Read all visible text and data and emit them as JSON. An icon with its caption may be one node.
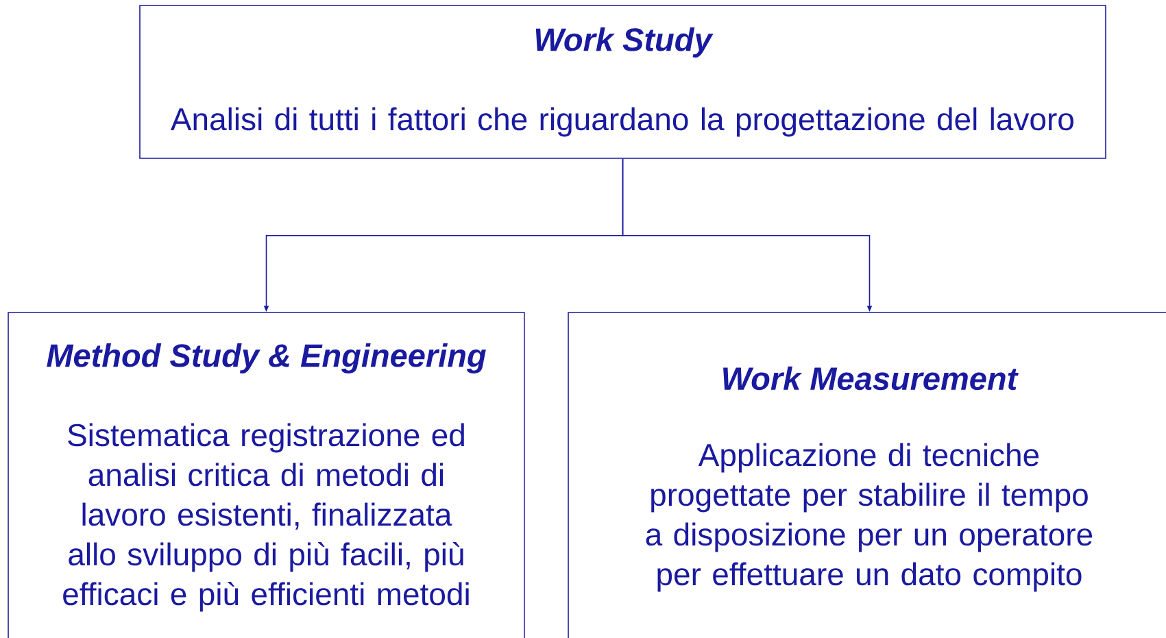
{
  "diagram": {
    "nodes": [
      {
        "text": [
          "Work Study",
          "Analisi di tutti i fattori che riguardano la progettazione del lavoro"
        ]
      },
      {
        "text": [
          "Method Study & Engineering",
          "Sistematica registrazione ed analisi critica di metodi di lavoro esistenti, finalizzata allo sviluppo di più facili, più efficaci e più efficienti metodi"
        ]
      },
      {
        "text": [
          "Work Measurement",
          "Applicazione di tecniche progettate per stabilire il tempo a disposizione per un operatore per effettuare un dato compito"
        ]
      }
    ],
    "edges": [
      {
        "from": 0,
        "to": 1,
        "arrow": "to"
      },
      {
        "from": 0,
        "to": 2,
        "arrow": "to"
      }
    ]
  }
}
